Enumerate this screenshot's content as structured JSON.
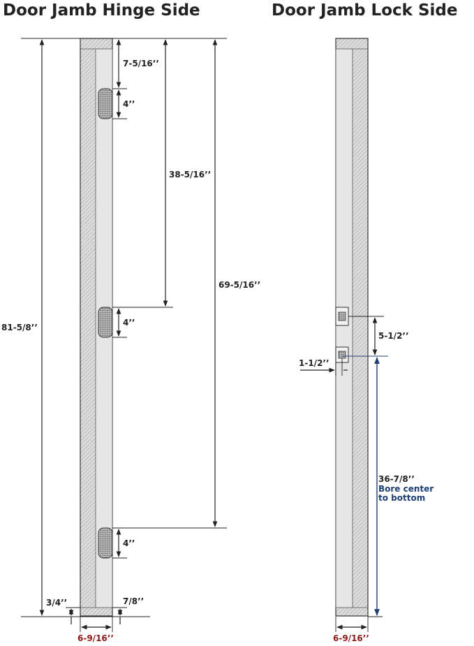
{
  "titles": {
    "hinge_side": "Door Jamb Hinge Side",
    "lock_side": "Door Jamb Lock Side"
  },
  "hinge_side": {
    "top_to_first_hinge": "7-5/16’’",
    "hinge_height_1": "4’’",
    "top_to_second_hinge": "38-5/16’’",
    "hinge_height_2": "4’’",
    "top_to_third_hinge": "69-5/16’’",
    "hinge_height_3": "4’’",
    "overall_height": "81-5/8’’",
    "bottom_offset_left": "3/4’’",
    "bottom_offset_right": "7/8’’",
    "jamb_width": "6-9/16’’"
  },
  "lock_side": {
    "strike_spacing": "5-1/2’’",
    "bore_offset": "1-1/2’’",
    "bore_center_to_bottom": "36-7/8’’",
    "bore_note_line1": "Bore center",
    "bore_note_line2": "to bottom",
    "jamb_width": "6-9/16’’"
  },
  "colors": {
    "width_label": "#8b1a1a",
    "bore_dimension": "#1f3f73"
  }
}
